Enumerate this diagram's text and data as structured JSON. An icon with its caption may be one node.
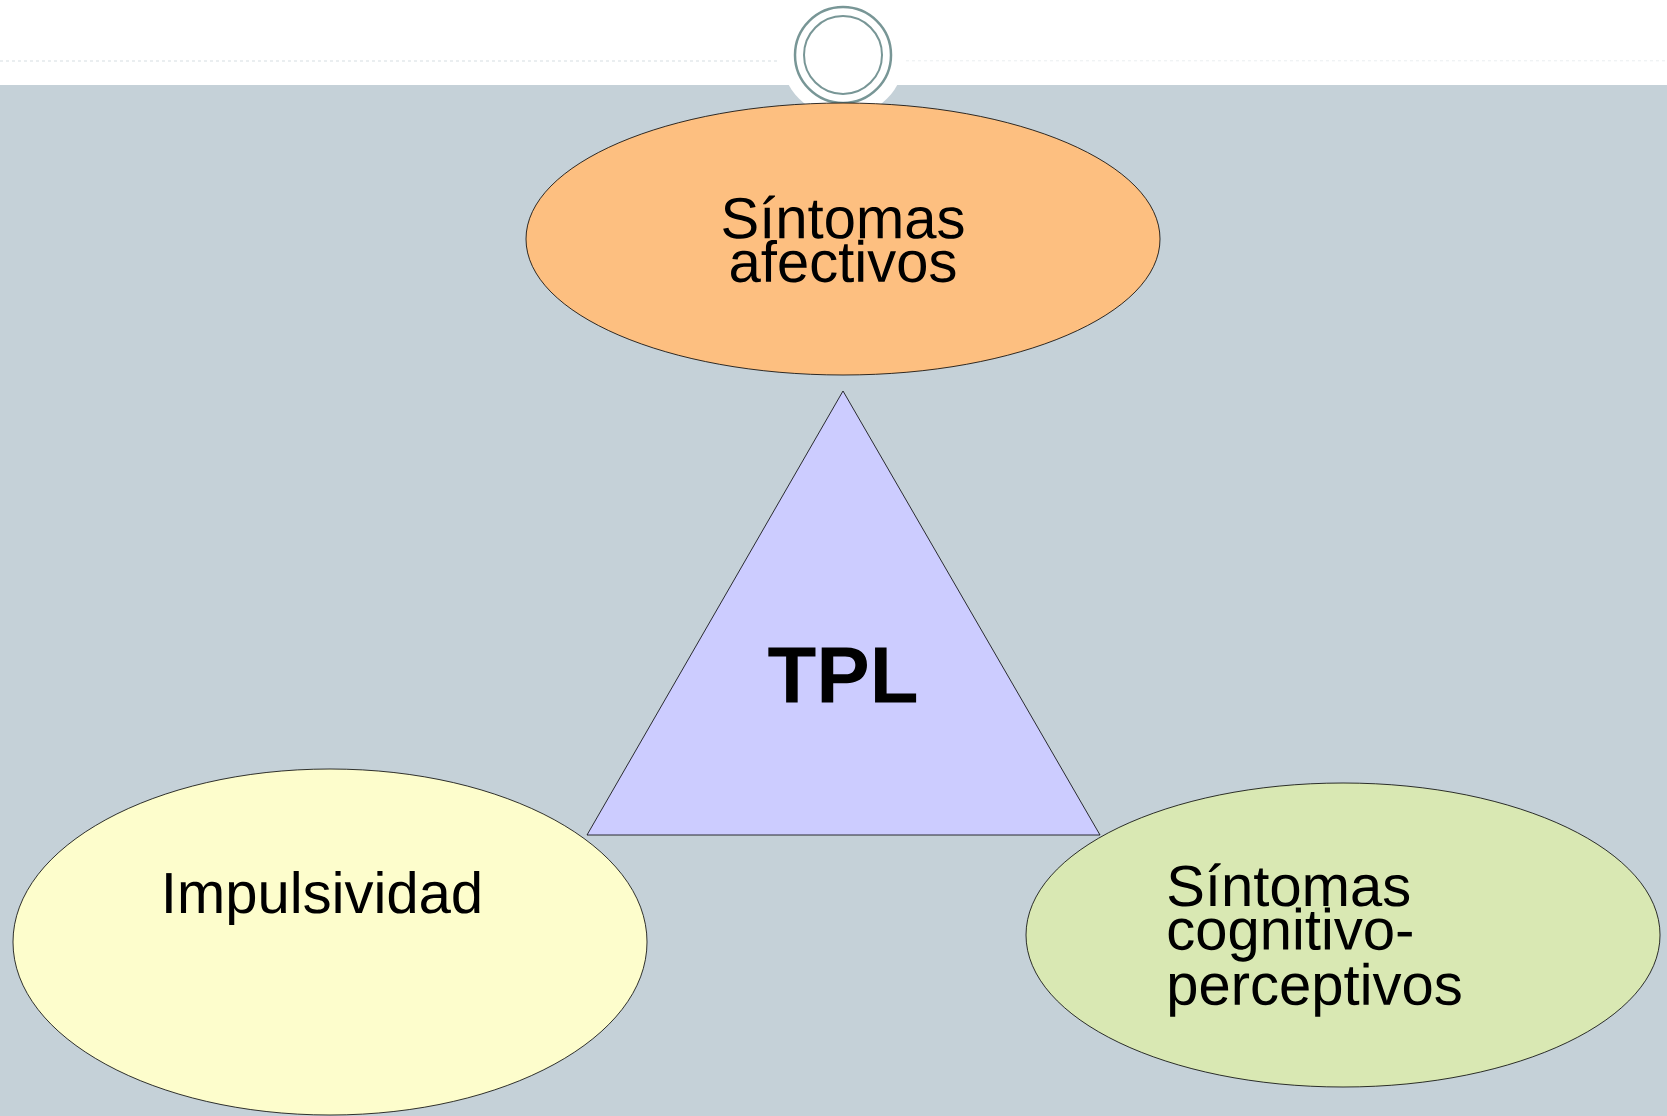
{
  "diagram": {
    "nodes": [
      {
        "text": [
          "Síntomas afectivos"
        ]
      },
      {
        "text": [
          "TPL"
        ]
      },
      {
        "text": [
          "Impulsividad"
        ]
      },
      {
        "text": [
          "Síntomas cognitivo-perceptivos"
        ]
      }
    ]
  }
}
